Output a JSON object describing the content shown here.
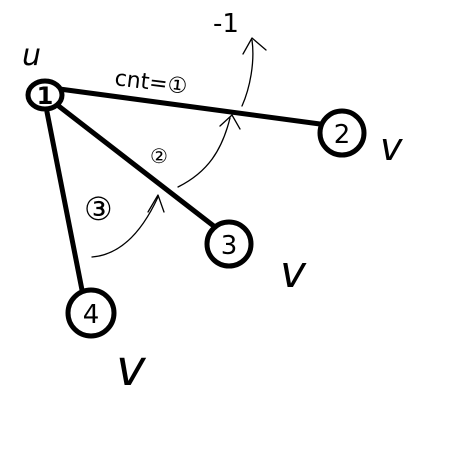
{
  "diagram": {
    "parent_label": "u",
    "minus_one_label": "-1",
    "cnt_label": "cnt=①",
    "step_2_label": "②",
    "step_3_label": "③",
    "nodes": [
      {
        "id": "1"
      },
      {
        "id": "2"
      },
      {
        "id": "3"
      },
      {
        "id": "4"
      }
    ],
    "child_labels": [
      "v",
      "v",
      "v"
    ]
  }
}
